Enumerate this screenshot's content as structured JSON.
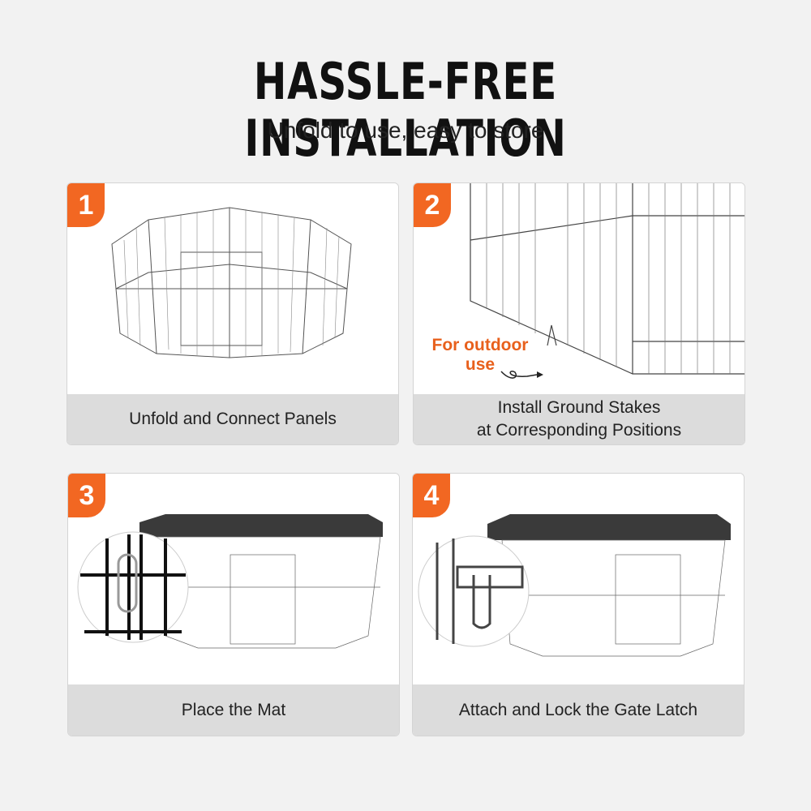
{
  "header": {
    "title": "HASSLE-FREE INSTALLATION",
    "subtitle": "Unfold to use, easy to store"
  },
  "accent_color": "#f26722",
  "steps": [
    {
      "number": "1",
      "caption": "Unfold and Connect Panels"
    },
    {
      "number": "2",
      "caption_line1": "Install Ground Stakes",
      "caption_line2": "at Corresponding Positions",
      "annotation_line1": "For outdoor",
      "annotation_line2": "use"
    },
    {
      "number": "3",
      "caption": "Place the Mat"
    },
    {
      "number": "4",
      "caption": "Attach and Lock the Gate Latch"
    }
  ]
}
